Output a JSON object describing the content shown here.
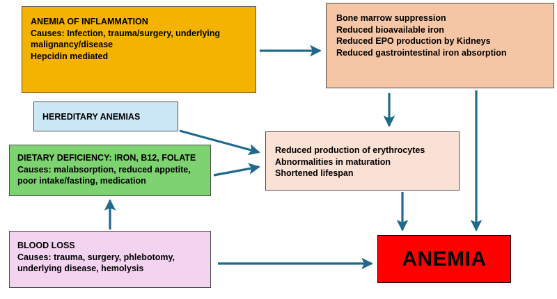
{
  "diagram": {
    "title": "Anemia causes and mechanisms flowchart",
    "accent_arrow_color": "#1F6A8C",
    "nodes": {
      "inflammation": {
        "name": "anemia-of-inflammation",
        "fill": "#F5B301",
        "lines": [
          "ANEMIA OF INFLAMMATION",
          "Causes: Infection, trauma/surgery, underlying",
          "malignancy/disease",
          "Hepcidin mediated"
        ]
      },
      "marrow": {
        "name": "bone-marrow-effects",
        "fill": "#F5C6A5",
        "lines": [
          "Bone marrow suppression",
          "Reduced bioavailable iron",
          "Reduced EPO production by Kidneys",
          "Reduced gastrointestinal iron absorption"
        ]
      },
      "hereditary": {
        "name": "hereditary-anemias",
        "fill": "#CCE8F7",
        "lines": [
          "HEREDITARY ANEMIAS"
        ]
      },
      "dietary": {
        "name": "dietary-deficiency",
        "fill": "#7DD36F",
        "lines": [
          "DIETARY DEFICIENCY: IRON, B12, FOLATE",
          "Causes: malabsorption, reduced appetite,",
          "poor intake/fasting, medication"
        ]
      },
      "bloodloss": {
        "name": "blood-loss",
        "fill": "#F2D3F0",
        "lines": [
          "BLOOD LOSS",
          "Causes: trauma, surgery, phlebotomy,",
          "underlying disease, hemolysis"
        ]
      },
      "reduced": {
        "name": "reduced-erythrocyte-production",
        "fill": "#FBE0D4",
        "lines": [
          "Reduced production of erythrocytes",
          "Abnormalities in maturation",
          "Shortened lifespan"
        ]
      },
      "anemia": {
        "name": "anemia-outcome",
        "fill": "#FF0000",
        "lines": [
          "ANEMIA"
        ]
      }
    },
    "edges": [
      {
        "id": "e1",
        "name": "arrow-inflammation-to-marrow",
        "from": "inflammation",
        "to": "marrow",
        "direction": "right"
      },
      {
        "id": "e2",
        "name": "arrow-marrow-to-reduced",
        "from": "marrow",
        "to": "reduced",
        "direction": "down"
      },
      {
        "id": "e3",
        "name": "arrow-marrow-to-anemia",
        "from": "marrow",
        "to": "anemia",
        "direction": "down"
      },
      {
        "id": "e4",
        "name": "arrow-hereditary-to-reduced",
        "from": "hereditary",
        "to": "reduced",
        "direction": "down-right"
      },
      {
        "id": "e5",
        "name": "arrow-dietary-to-reduced",
        "from": "dietary",
        "to": "reduced",
        "direction": "up-right"
      },
      {
        "id": "e6",
        "name": "arrow-bloodloss-to-dietary",
        "from": "bloodloss",
        "to": "dietary",
        "direction": "up"
      },
      {
        "id": "e7",
        "name": "arrow-reduced-to-anemia",
        "from": "reduced",
        "to": "anemia",
        "direction": "down"
      },
      {
        "id": "e8",
        "name": "arrow-bloodloss-to-anemia",
        "from": "bloodloss",
        "to": "anemia",
        "direction": "right"
      }
    ]
  }
}
